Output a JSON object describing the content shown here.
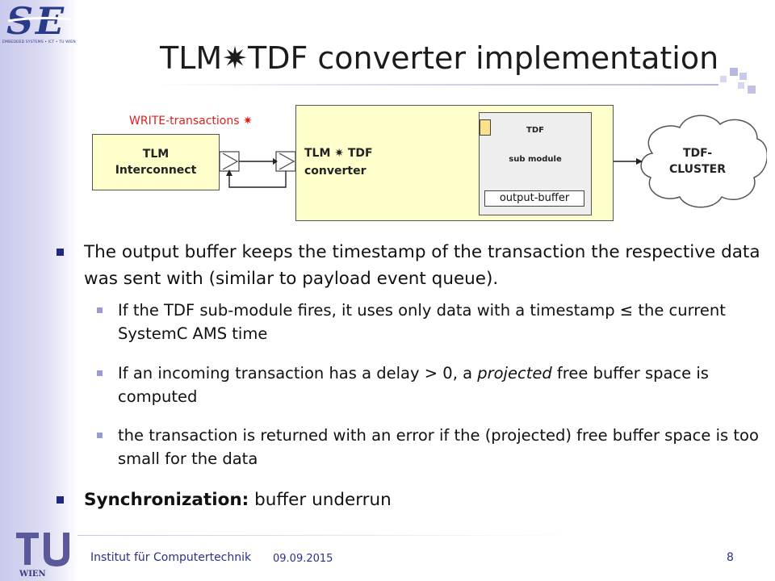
{
  "logo": {
    "org_text": "EMBEDDED SYSTEMS • ICT • TU WIEN",
    "uni_text": "WIEN"
  },
  "title": "TLM✷TDF converter implementation",
  "diagram": {
    "write_label": "WRITE-transactions ✷",
    "tlm_box": "TLM Interconnect",
    "converter_label": "TLM ✷ TDF converter",
    "tdf_label": "TDF",
    "tdf_sub": "sub module",
    "output_buffer": "output-buffer",
    "cloud": "TDF- CLUSTER"
  },
  "bullets": {
    "b1": "The output buffer keeps the timestamp of the transaction the respective data was sent with (similar to payload event queue).",
    "sub1": "If the TDF sub-module fires, it uses only data with a timestamp ≤ the current SystemC AMS time",
    "sub2_pre": "If an incoming transaction has a delay > 0, a ",
    "sub2_ital": "projected",
    "sub2_post": " free buffer space is computed",
    "sub3": "the transaction is returned with an error if the (projected) free buffer space is too small for the data",
    "b2_bold": "Synchronization:",
    "b2_rest": " buffer underrun"
  },
  "footer": {
    "institute": "Institut für Computertechnik",
    "date": "09.09.2015",
    "page": "8"
  },
  "colors": {
    "accent": "#1f2a7a",
    "box_fill": "#ffffcc",
    "write_red": "#e02020",
    "footer_text": "#2c2f8a"
  }
}
